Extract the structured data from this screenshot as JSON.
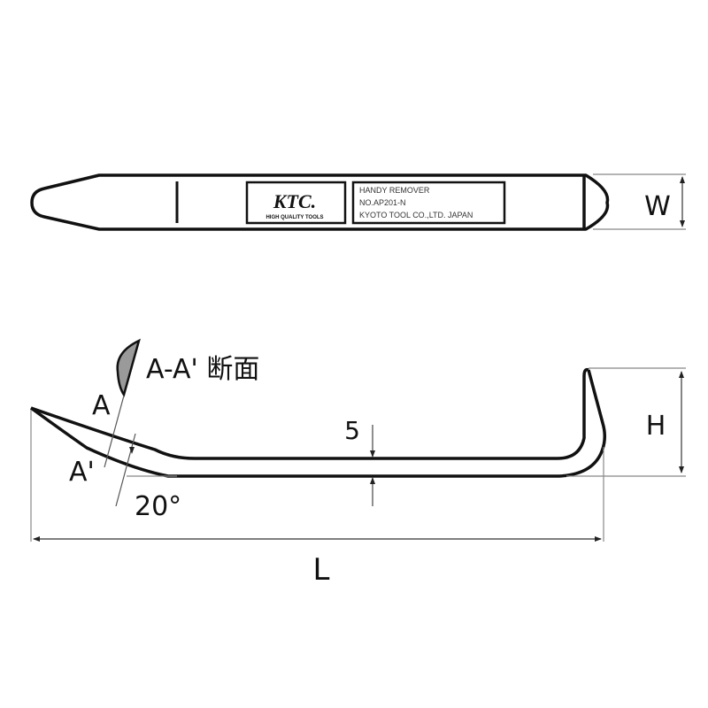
{
  "diagram": {
    "title": "KTC Handy Remover dimension drawing",
    "top_view": {
      "brand_plate": {
        "logo": "KTC.",
        "tagline": "HIGH QUALITY TOOLS"
      },
      "info_plate": {
        "line1": "HANDY REMOVER",
        "line2": "NO.AP201-N",
        "line3": "KYOTO TOOL CO.,LTD.  JAPAN"
      },
      "dimension_width": "W"
    },
    "side_view": {
      "section_label": "A-A' 断面",
      "section_mark_a": "A",
      "section_mark_a_prime": "A'",
      "angle": "20°",
      "thickness": "5",
      "dimension_height": "H",
      "dimension_length": "L"
    },
    "colors": {
      "line": "#111111",
      "dim_line": "#777777",
      "section_fill": "#9a9a9a"
    }
  }
}
